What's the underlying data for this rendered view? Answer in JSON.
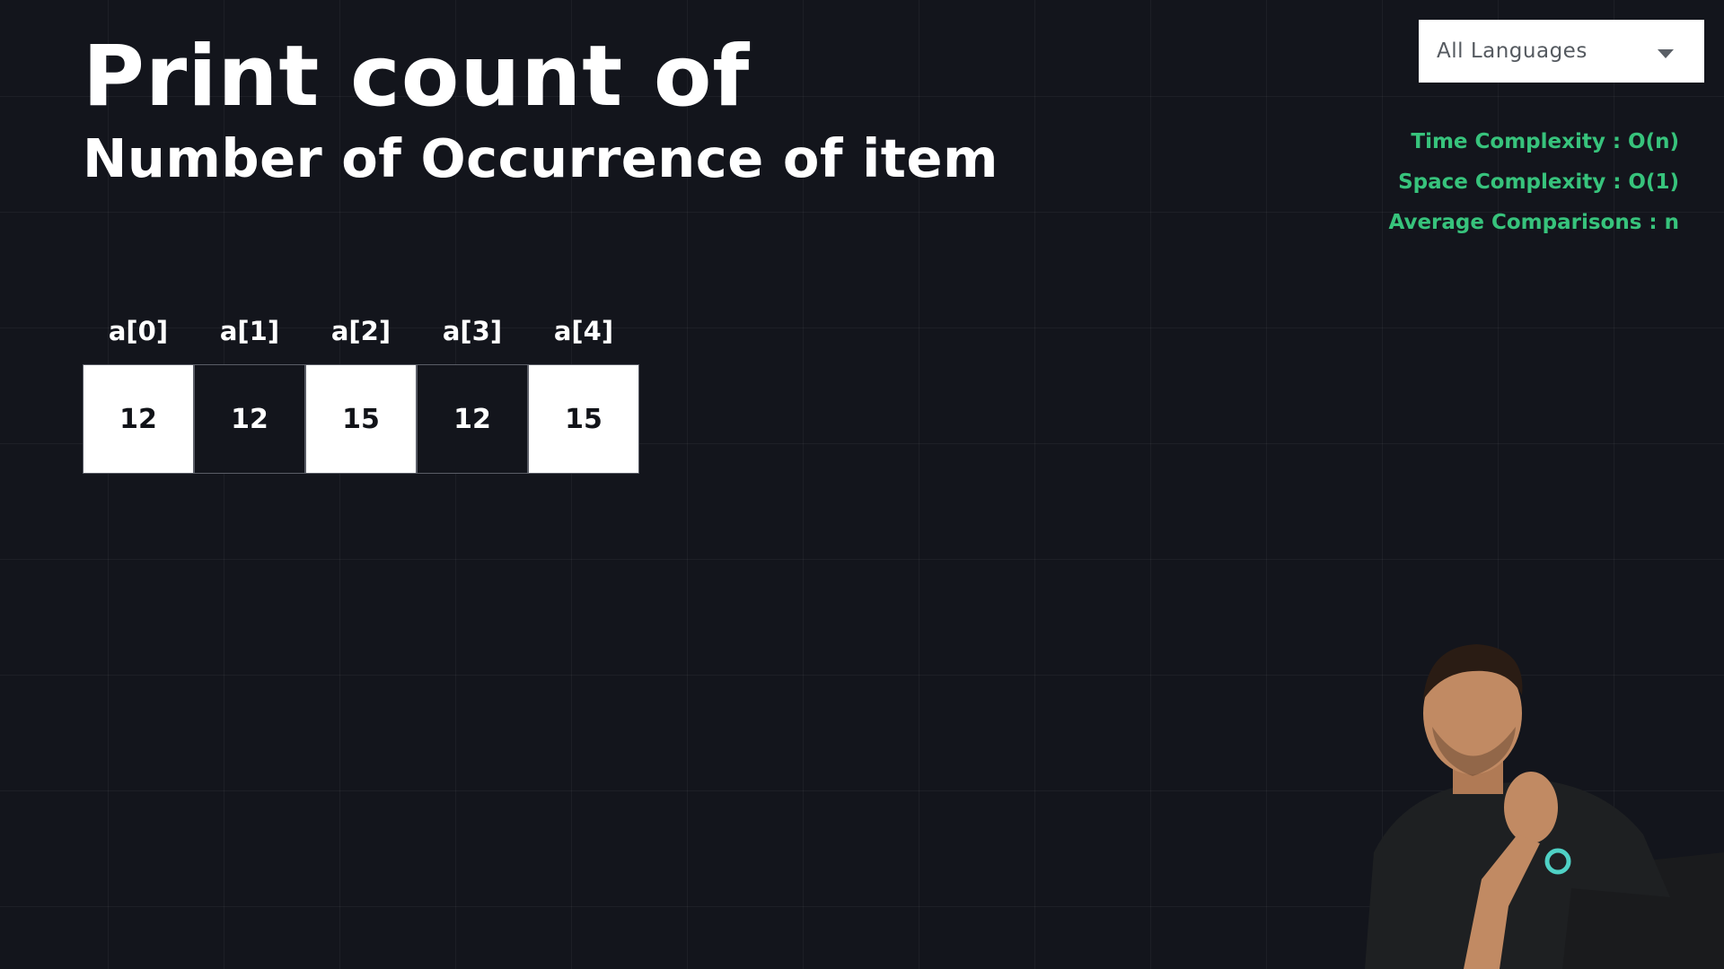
{
  "title": {
    "main": "Print count of",
    "sub": "Number of Occurrence of item"
  },
  "language_select": {
    "selected": "All Languages"
  },
  "complexity": {
    "time": "Time Complexity : O(n)",
    "space": "Space Complexity : O(1)",
    "comparisons": "Average Comparisons : n",
    "color": "#37c37c"
  },
  "array": {
    "cells": [
      {
        "index": "a[0]",
        "value": "12",
        "style": "light"
      },
      {
        "index": "a[1]",
        "value": "12",
        "style": "dark"
      },
      {
        "index": "a[2]",
        "value": "15",
        "style": "light"
      },
      {
        "index": "a[3]",
        "value": "12",
        "style": "dark"
      },
      {
        "index": "a[4]",
        "value": "15",
        "style": "light"
      }
    ]
  }
}
